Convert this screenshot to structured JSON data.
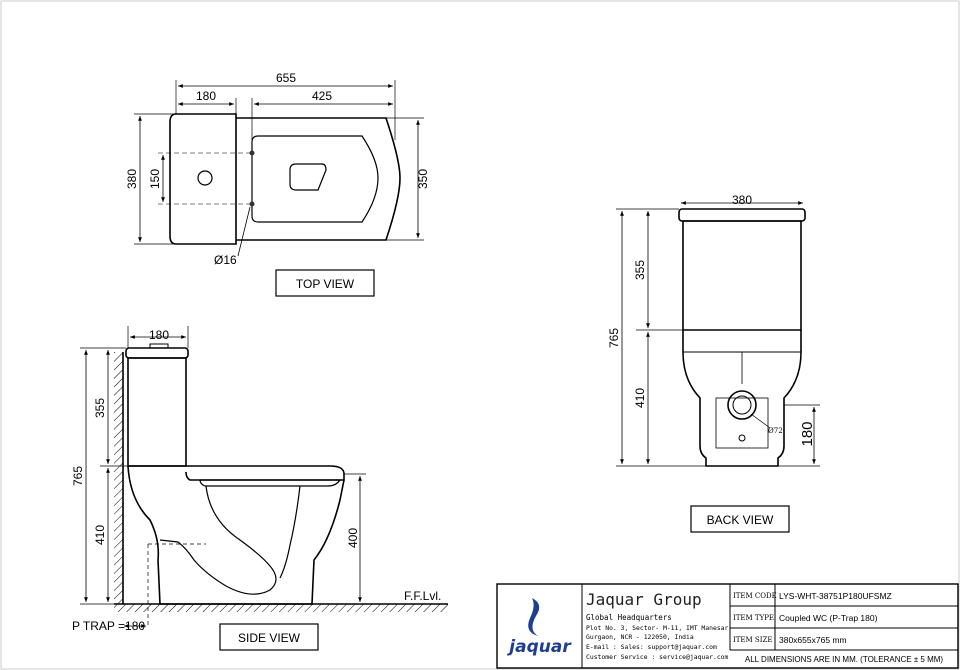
{
  "views": {
    "top": {
      "label": "TOP VIEW",
      "dims": {
        "overall": "655",
        "tank": "180",
        "bowl": "425",
        "depth": "380",
        "holes": "150",
        "bowl_width": "350",
        "hole_dia": "Ø16"
      }
    },
    "back": {
      "label": "BACK VIEW",
      "dims": {
        "width": "380",
        "tank_height": "355",
        "total_height": "765",
        "lower_height": "410",
        "outlet_dia": "Ø72",
        "outlet_height": "180"
      }
    },
    "side": {
      "label": "SIDE VIEW",
      "dims": {
        "tank_depth": "180",
        "tank_height": "355",
        "total_height": "765",
        "lower_height": "410",
        "seat_height": "400",
        "floor_level": "F.F.Lvl.",
        "p_trap": "P TRAP =180"
      }
    }
  },
  "title_block": {
    "brand": "jaquar",
    "company": "Jaquar Group",
    "hq_title": "Global Headquarters",
    "address_line1": "Plot No. 3, Sector- M-11, IMT Manesar",
    "address_line2": "Gurgaon, NCR - 122050, India",
    "email": "E-mail : Sales: support@jaquar.com",
    "service": "Customer Service : service@jaquar.com",
    "fields": [
      {
        "key": "ITEM CODE",
        "value": "LYS-WHT-38751P180UFSMZ"
      },
      {
        "key": "ITEM TYPE",
        "value": "Coupled WC (P-Trap 180)"
      },
      {
        "key": "ITEM SIZE",
        "value": "380x655x765 mm"
      }
    ],
    "note": "ALL DIMENSIONS ARE IN MM. (TOLERANCE ± 5 MM)"
  }
}
